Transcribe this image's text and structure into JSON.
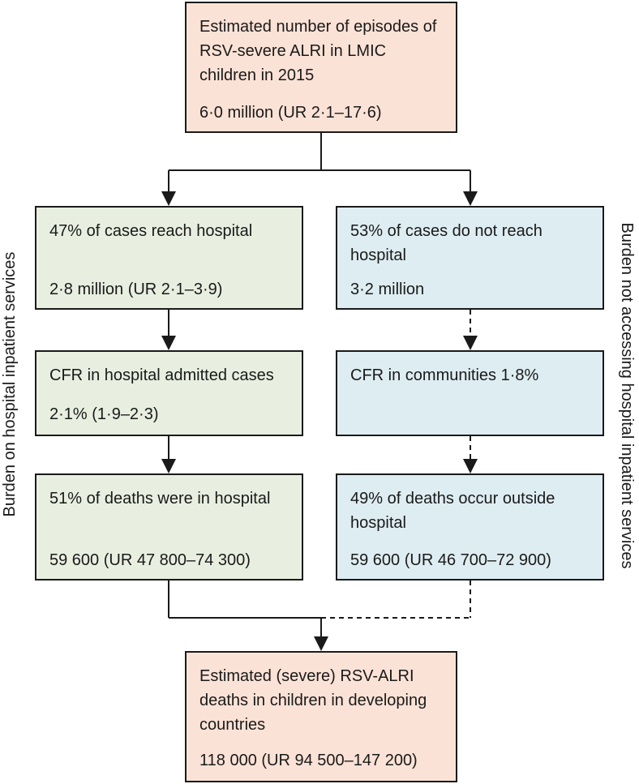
{
  "top": {
    "text": "Estimated number of episodes of RSV-severe ALRI in LMIC children in 2015",
    "value": "6·0 million (UR 2·1–17·6)"
  },
  "left": [
    {
      "text": "47% of cases reach hospital",
      "value": "2·8 million (UR 2·1–3·9)"
    },
    {
      "text": "CFR in hospital admitted cases",
      "value": "2·1% (1·9–2·3)"
    },
    {
      "text": "51% of deaths were in hospital",
      "value": "59 600 (UR 47 800–74 300)"
    }
  ],
  "right": [
    {
      "text": "53% of cases do not reach hospital",
      "value": "3·2 million"
    },
    {
      "text": "CFR in communities 1·8%"
    },
    {
      "text": "49% of deaths occur outside hospital",
      "value": "59 600 (UR 46 700–72 900)"
    }
  ],
  "bottom": {
    "text": "Estimated (severe) RSV-ALRI deaths in children in developing countries",
    "value": "118 000 (UR 94 500–147 200)"
  },
  "side_labels": {
    "left": "Burden on hospital inpatient services",
    "right": "Burden not accessing hospital inpatient services"
  },
  "colors": {
    "peach": "#fbe2d6",
    "green": "#e8efe0",
    "blue": "#deedf2",
    "line": "#1a1a1a"
  }
}
